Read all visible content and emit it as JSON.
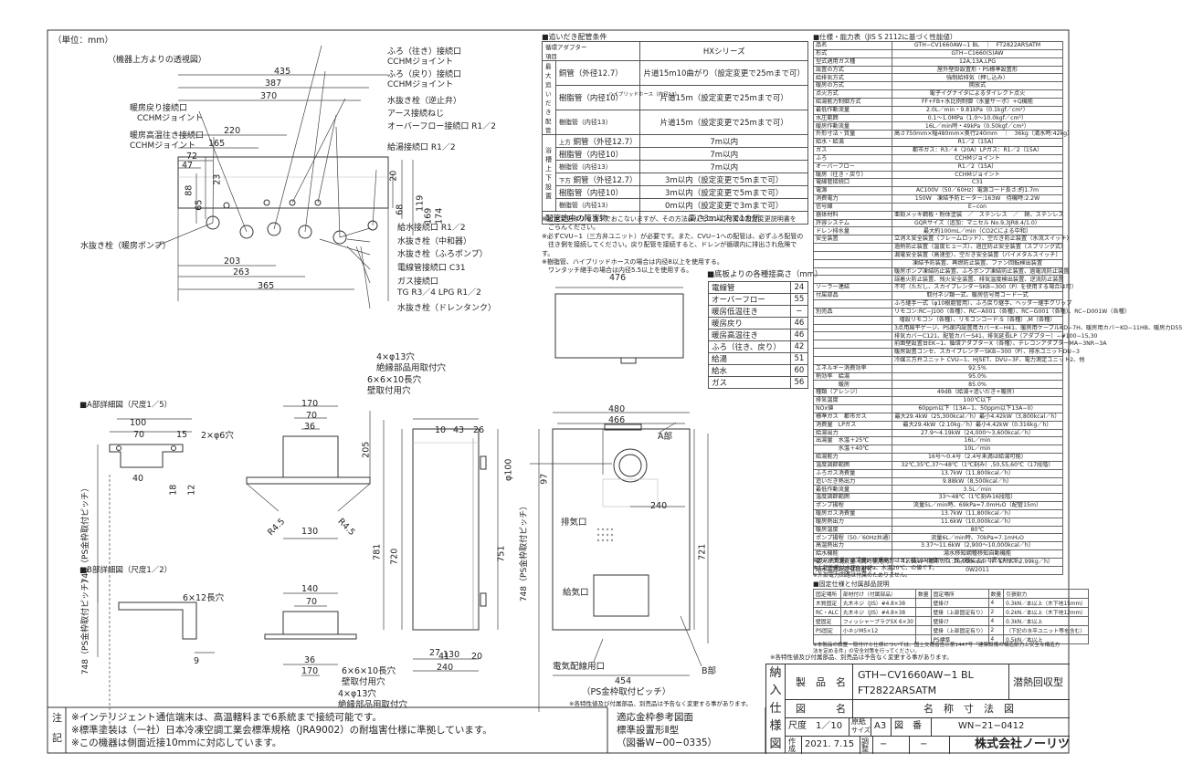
{
  "unit_note": "（単位：mm）",
  "top_view": {
    "caption": "（機器上方よりの透視図）",
    "dims": [
      "435",
      "387",
      "370",
      "220",
      "165",
      "72",
      "47",
      "23",
      "88",
      "65",
      "119",
      "169",
      "174",
      "68",
      "20",
      "203",
      "263",
      "365"
    ],
    "labels_left": [
      "暖房戻り接続口",
      "CCHMジョイント",
      "暖房高温往き接続口",
      "CCHMジョイント",
      "水抜き栓（暖房ポンプ）"
    ],
    "labels_right": [
      "ふろ（往き）接続口",
      "CCHMジョイント",
      "ふろ（戻り）接続口",
      "CCHMジョイント",
      "水抜き栓（逆止弁）",
      "アース接続ねじ",
      "オーバーフロー接続口 R1／2",
      "給湯接続口 R1／2",
      "給水接続口 R1／2",
      "水抜き栓（中和器）",
      "水抜き栓（ふろポンプ）",
      "電線管接続口 C31",
      "ガス接続口",
      "TG R3／4 LPG R1／2",
      "水抜き栓（ドレンタンク）"
    ]
  },
  "piping": {
    "title": "■追いだき配管条件",
    "adapter_label": "循環アダプター",
    "item_label": "項目",
    "series_label": "HXシリーズ",
    "group1": "最大追いだき配管",
    "group2": "浴槽上下設置",
    "sub_up": "上方",
    "sub_down": "下方",
    "rows": [
      [
        "銅管（外径12.7）",
        "片道15m10曲がり（設定変更で25mまで可）"
      ],
      [
        "樹脂管（内径10）",
        "片道15m（設定変更で25mまで可）"
      ],
      [
        "樹脂管（内径13）",
        "片道15m（設定変更で25mまで可）"
      ],
      [
        "銅管（外径12.7）",
        "7m以内"
      ],
      [
        "樹脂管（内径10）",
        "7m以内"
      ],
      [
        "樹脂管（内径13）",
        "7m以内"
      ],
      [
        "銅管（外径12.7）",
        "3m以内（設定変更で5mまで可）"
      ],
      [
        "樹脂管（内径10）",
        "3m以内（設定変更で5mまで可）"
      ],
      [
        "樹脂管（内径13）",
        "0m以内（設定変更で3mまで可）"
      ],
      [
        "配管途中の障害物",
        "高さ3m以内で1カ所"
      ]
    ],
    "hybrid_note": "ハイブリッドホース（内径13）",
    "notes": [
      "※設定変更はリモコンでおこないますが、その方法はリモコンに付属の設定変更説明書を",
      "　ごらんください。",
      "※必ずCVU−1（三方弁ユニット）が必要です。また、CVU−1への配管は、必ずふろ配管の",
      "　往き側を接続してください。戻り配管を接続すると、ドレンが循環内に排出され危険です。",
      "※樹脂管、ハイブリッドホースの場合は内径8以上を使用する。",
      "　ワンタッチ継手の場合は内径5.5以上を使用する。"
    ]
  },
  "bottom_heights": {
    "title": "■底板よりの各種接高さ（mm）",
    "rows": [
      [
        "電線管",
        "24"
      ],
      [
        "オーバーフロー",
        "55"
      ],
      [
        "暖房低温往き",
        "−"
      ],
      [
        "暖房戻り",
        "46"
      ],
      [
        "暖房高温往き",
        "46"
      ],
      [
        "ふろ（往き、戻り）",
        "42"
      ],
      [
        "給湯",
        "51"
      ],
      [
        "給水",
        "60"
      ],
      [
        "ガス",
        "56"
      ]
    ]
  },
  "details": {
    "a_title": "■A部詳細図（尺度1／5）",
    "a_dims": [
      "100",
      "70",
      "15",
      "40",
      "18",
      "12"
    ],
    "a_hole": "2×φ6穴",
    "a_pitch": "748（PS金枠取付ピッチ）",
    "b_title": "■B部詳細図（尺度1／2）",
    "b_hole": "6×12長穴",
    "b_pitch": "748（PS金枠取付ピッチ）",
    "b_dim": "9",
    "mid_labels": [
      "4×φ13穴",
      "絶縁部品用取付穴",
      "6×6×10長穴",
      "壁取付用穴",
      "6×6×10長穴",
      "壁取付用穴",
      "4×φ13穴",
      "絶縁部品用取付穴"
    ],
    "mid_dims": [
      "170",
      "70",
      "36",
      "140",
      "205",
      "130",
      "781",
      "R4.5",
      "R4.5",
      "140",
      "70",
      "36",
      "170"
    ]
  },
  "front_view": {
    "dims_top": [
      "476",
      "480",
      "466",
      "10",
      "43",
      "26",
      "240",
      "97"
    ],
    "dims_side": [
      "720",
      "751",
      "721",
      "748（PS金枠取付ピッチ）",
      "φ100"
    ],
    "dims_bottom": [
      "27",
      "130",
      "41",
      "20",
      "240",
      "454"
    ],
    "labels": [
      "A部",
      "排気口",
      "給気口",
      "B部",
      "電気配線用口"
    ],
    "pitch_bottom": "（PS金枠取付ピッチ）"
  },
  "spec": {
    "title": "■仕様・能力表（JIS S 2112に基づく性能値）",
    "col_item": "項　目",
    "col_spec": "仕　様",
    "rows": [
      [
        "品名",
        "GTH−CV1660AW−1 BL　｜　FT2822ARSATM"
      ],
      [
        "形式",
        "GTH−C1660(S)AW"
      ],
      [
        "型式適用ガス種",
        "12A,13A,LPG"
      ],
      [
        "設置の方式",
        "屋外壁掛設置形・PS標準設置形"
      ],
      [
        "給排気方式",
        "強制給排気（押し込み）"
      ],
      [
        "暖房の方式",
        "開放式"
      ],
      [
        "点火方式",
        "電子イグナイタによるダイレクト点火"
      ],
      [
        "給湯能力制御方式",
        "FF+FB+水比例制御（水量サーボ）+Q機能"
      ],
      [
        "最低作動流量",
        "2.0L／min・9.81kPa（0.1kgf／cm²）"
      ],
      [
        "水圧範囲",
        "0.1〜1.0MPa（1.0〜10.0kgf／cm²）"
      ],
      [
        "暖房作動流量",
        "16L／min時・49kPa（0.50kgf／cm²）"
      ],
      [
        "外形寸法・質量",
        "高さ750mm×幅480mm×奥行240mm　｜　36kg（満水時:42kg）"
      ],
      [
        "給水・給湯",
        "R1／2（15A）"
      ],
      [
        "ガス",
        "都市ガス：R3／4（20A）LPガス：R1／2（15A）"
      ],
      [
        "ふろ",
        "CCHMジョイント"
      ],
      [
        "オーバーフロー",
        "R1／2（15A）"
      ],
      [
        "暖房（往き・戻り）",
        "CCHMジョイント"
      ],
      [
        "電線管接続口",
        "C31"
      ],
      [
        "電源",
        "AC100V（50／60Hz）電源コード長さ:約1.7m"
      ],
      [
        "消費電力",
        "150W　凍結予防ヒーター:163W　待機時:2.2W"
      ],
      [
        "信号線",
        "E−con"
      ],
      [
        "器体材料",
        "亜鉛メッキ鋼板・粉体塗装　／　ステンレス　／　銅、ステンレス"
      ],
      [
        "許容システム",
        "GQRサイズ（追加：マニセル No.9,3JR8.4/1.0）"
      ],
      [
        "ドレン排水量",
        "最大約100mL／min（CO2Cによる中和）"
      ],
      [
        "安全装置",
        "立消え安全装置（フレームロッド）、空だき防止装置（水流スイッチ）"
      ],
      [
        "",
        "過熱防止装置（温度ヒューズ）、過圧防止安全装置（スプリング式）"
      ],
      [
        "",
        "漏電安全装置（高速型）、空だき安全装置（バイメタルスイッチ）"
      ],
      [
        "",
        "凍結予防装置、再燃防止装置、ファン回転検出装置"
      ],
      [
        "",
        "暖房ポンプ凍結防止装置、ふろポンプ凍結防止装置、過電流防止装置"
      ],
      [
        "",
        "誤着火防止装置、残火安全装置、排気温度検出装置、逆流防止装置"
      ],
      [
        "ソーラー連結",
        "不可（ただし、スカイプレンダーSKB−300（P）を使用する場合は可）"
      ],
      [
        "付属部品",
        "取付ネジ類一式、暖房信号用コード一式"
      ],
      [
        "",
        "ふろ継手一式（φ10樹脂管用）、ふろ戻り継手、ヘッダー継手クリップ"
      ],
      [
        "別売品",
        "リモコン:RC−J100（各種）、RC−A001（各種）、RC−G001（各種）、RC−D001W（各種）"
      ],
      [
        "",
        "増設リモコン（各種）、リモコンコード:S（各種）,M（各種）"
      ],
      [
        "",
        "3点用扁平ゲージ、PS扉内設置用カバーK−H41、暖房用ケーブルKD−7H、暖房用カバーKD−11HB、暖房力D55"
      ],
      [
        "",
        "排気カバーC121、配管カバーS41、排気延長LP（アダプター）−#100−15,30"
      ],
      [
        "",
        "前面壁設置台EK−1、循環アダプターX（各種）、テレコンアダプターMA−3NR−3A"
      ],
      [
        "",
        "暖房設置コンセ、スカイブレンダーSKB−300（P）、排水ユニットDU−3"
      ],
      [
        "",
        "冷媒三方弁ユニット CVU−1、HJSET、DVU−3F、電力測定ユニット2、他"
      ],
      [
        "エネルギー消費効率",
        "92.5%"
      ],
      [
        "熱効率　給湯",
        "95.0%"
      ],
      [
        "　　　　暖房",
        "85.0%"
      ],
      [
        "種類（アレンジ）",
        "49dB（給湯+追いだき+暖房）"
      ],
      [
        "排気温度",
        "100℃以下"
      ],
      [
        "NOx値",
        "60ppm以下（13A−1、50ppm以下13A−0）"
      ],
      [
        "標準ガス　都市ガス",
        "最大29.4kW（25,300kcal／h）最小4.42kW（3,800kcal／h）"
      ],
      [
        "消費量　LPガス",
        "最大29.4kW（2.10kg／h）最小4.42kW（0.316kg／h）"
      ],
      [
        "給湯出力",
        "27.9〜4.19kW（24,000〜3,600kcal／h）"
      ],
      [
        "出湯量　水温＋25℃",
        "16L／min"
      ],
      [
        "　　　　水温＋40℃",
        "10L／min"
      ],
      [
        "給湯能力",
        "16号〜0.4号（2.4号未満は給湯可能）"
      ],
      [
        "温度調節範囲",
        "32℃,35℃,37〜48℃（1℃刻み）,50,55,60℃（17段階）"
      ],
      [
        "ふろガス消費量",
        "13.7kW（11,800kcal／h）"
      ],
      [
        "追いだき熱出力",
        "9.88kW（8,500kcal／h）"
      ],
      [
        "最低作動流量",
        "3.5L／min"
      ],
      [
        "温度調節範囲",
        "33〜48℃（1℃刻み16段階）"
      ],
      [
        "ポンプ揚程",
        "流量5L／min時、69kPa=7.0mH₂O（配管15m）"
      ],
      [
        "暖房ガス消費量",
        "13.7kW（11,800kcal／h）"
      ],
      [
        "暖房熱出力",
        "11.6kW（10,000kcal／h）"
      ],
      [
        "暖房温度",
        "80℃"
      ],
      [
        "ポンプ揚程（50／60Hz共通）",
        "流量6L／min時、70kPa=7.1mH₂O"
      ],
      [
        "高温熱出力",
        "3.37〜11.6kW（2,900〜10,000kcal／h）"
      ],
      [
        "給水機能",
        "湯水移知鋼種移知自動機能"
      ],
      [
        "最大ガス消費量（同時使用時）",
        "41.9kW（都市ガス:36,000kcal／h　LPガス:2.99kg／h）"
      ],
      [
        "給水装置認証登録番号",
        "0W2011"
      ]
    ],
    "notes": [
      "※ガス消費量、出湯量、給湯能力はガス種13Aの値です。ガス種によって異なります。",
      "※上記性能は水圧0.2MPa、水温20℃、の値です。",
      "※外部電力回路は付属のためりません。"
    ]
  },
  "fixing": {
    "title": "■固定仕様と付属部品説明",
    "head": [
      "固定場所",
      "部材付け（付属部品）",
      "数量",
      "固定場所",
      "数量",
      "引張耐力"
    ],
    "rows": [
      [
        "木質固定",
        "丸木ネジ（JIS）#4.8×38",
        "",
        "壁掛け",
        "4",
        "0.3kN／本以上（木下地15mm）"
      ],
      [
        "RC・ALC",
        "丸木ネジ（JIS）#4.8×38",
        "",
        "壁掛（上部固定有り）",
        "2",
        "0.2kN／本以上（木下地12mm）"
      ],
      [
        "壁固定",
        "フィッシャープラグSX 6×30",
        "",
        "壁掛け",
        "4",
        "0.3kN／本以上"
      ],
      [
        "PS固定",
        "小ネジM5×12",
        "",
        "壁掛（上部固定有り）",
        "2",
        "（下記の水平ユニット等を含む）"
      ],
      [
        "",
        "",
        "",
        "PS標準",
        "4",
        "0.5kN／本以上"
      ]
    ],
    "note": "※本製品の設置・取付けと仕様については、国土交通省告示第1447号「建築設備の構造耐力上安全な構造方法を定める件」の安全対策を行ってください。"
  },
  "change_note": "※各特性値及び付属部品、別売品は予告なく変更する事があります。",
  "title_block": {
    "v1": "納",
    "v2": "入",
    "v3": "仕",
    "v4": "様",
    "v5": "図",
    "product_label": "製　品　名",
    "product": "GTH−CV1660AW−1 BL",
    "product2": "FT2822ARSATM",
    "type": "潜熱回収型",
    "drawing_label": "図　　　名",
    "drawing": "名　称　寸　法　図",
    "scale_label": "尺度",
    "scale": "1／10",
    "paper_label": "原紙",
    "paper_label2": "サイズ",
    "paper": "A3",
    "number_label": "図　番",
    "number": "WN−21−0412",
    "date_label": "作成",
    "date": "2021. 7.15",
    "check_label": "調整",
    "check": "−",
    "dash": "−",
    "company": "株式会社ノーリツ"
  },
  "notes_block": {
    "label1": "注",
    "label2": "記",
    "lines": [
      "※インテリジェント通信端末は、高温轄料まで6系統まで接続可能です。",
      "※標準塗装は（一社）日本冷凍空調工業会標準規格（JRA9002）の耐塩害仕様に準拠しています。",
      "※この機器は側面近接10mmに対応しています。"
    ],
    "ref1": "適応金枠参考図面",
    "ref2": "標準設置形Ⅱ型",
    "ref3": "（図番W−00−0335）"
  }
}
